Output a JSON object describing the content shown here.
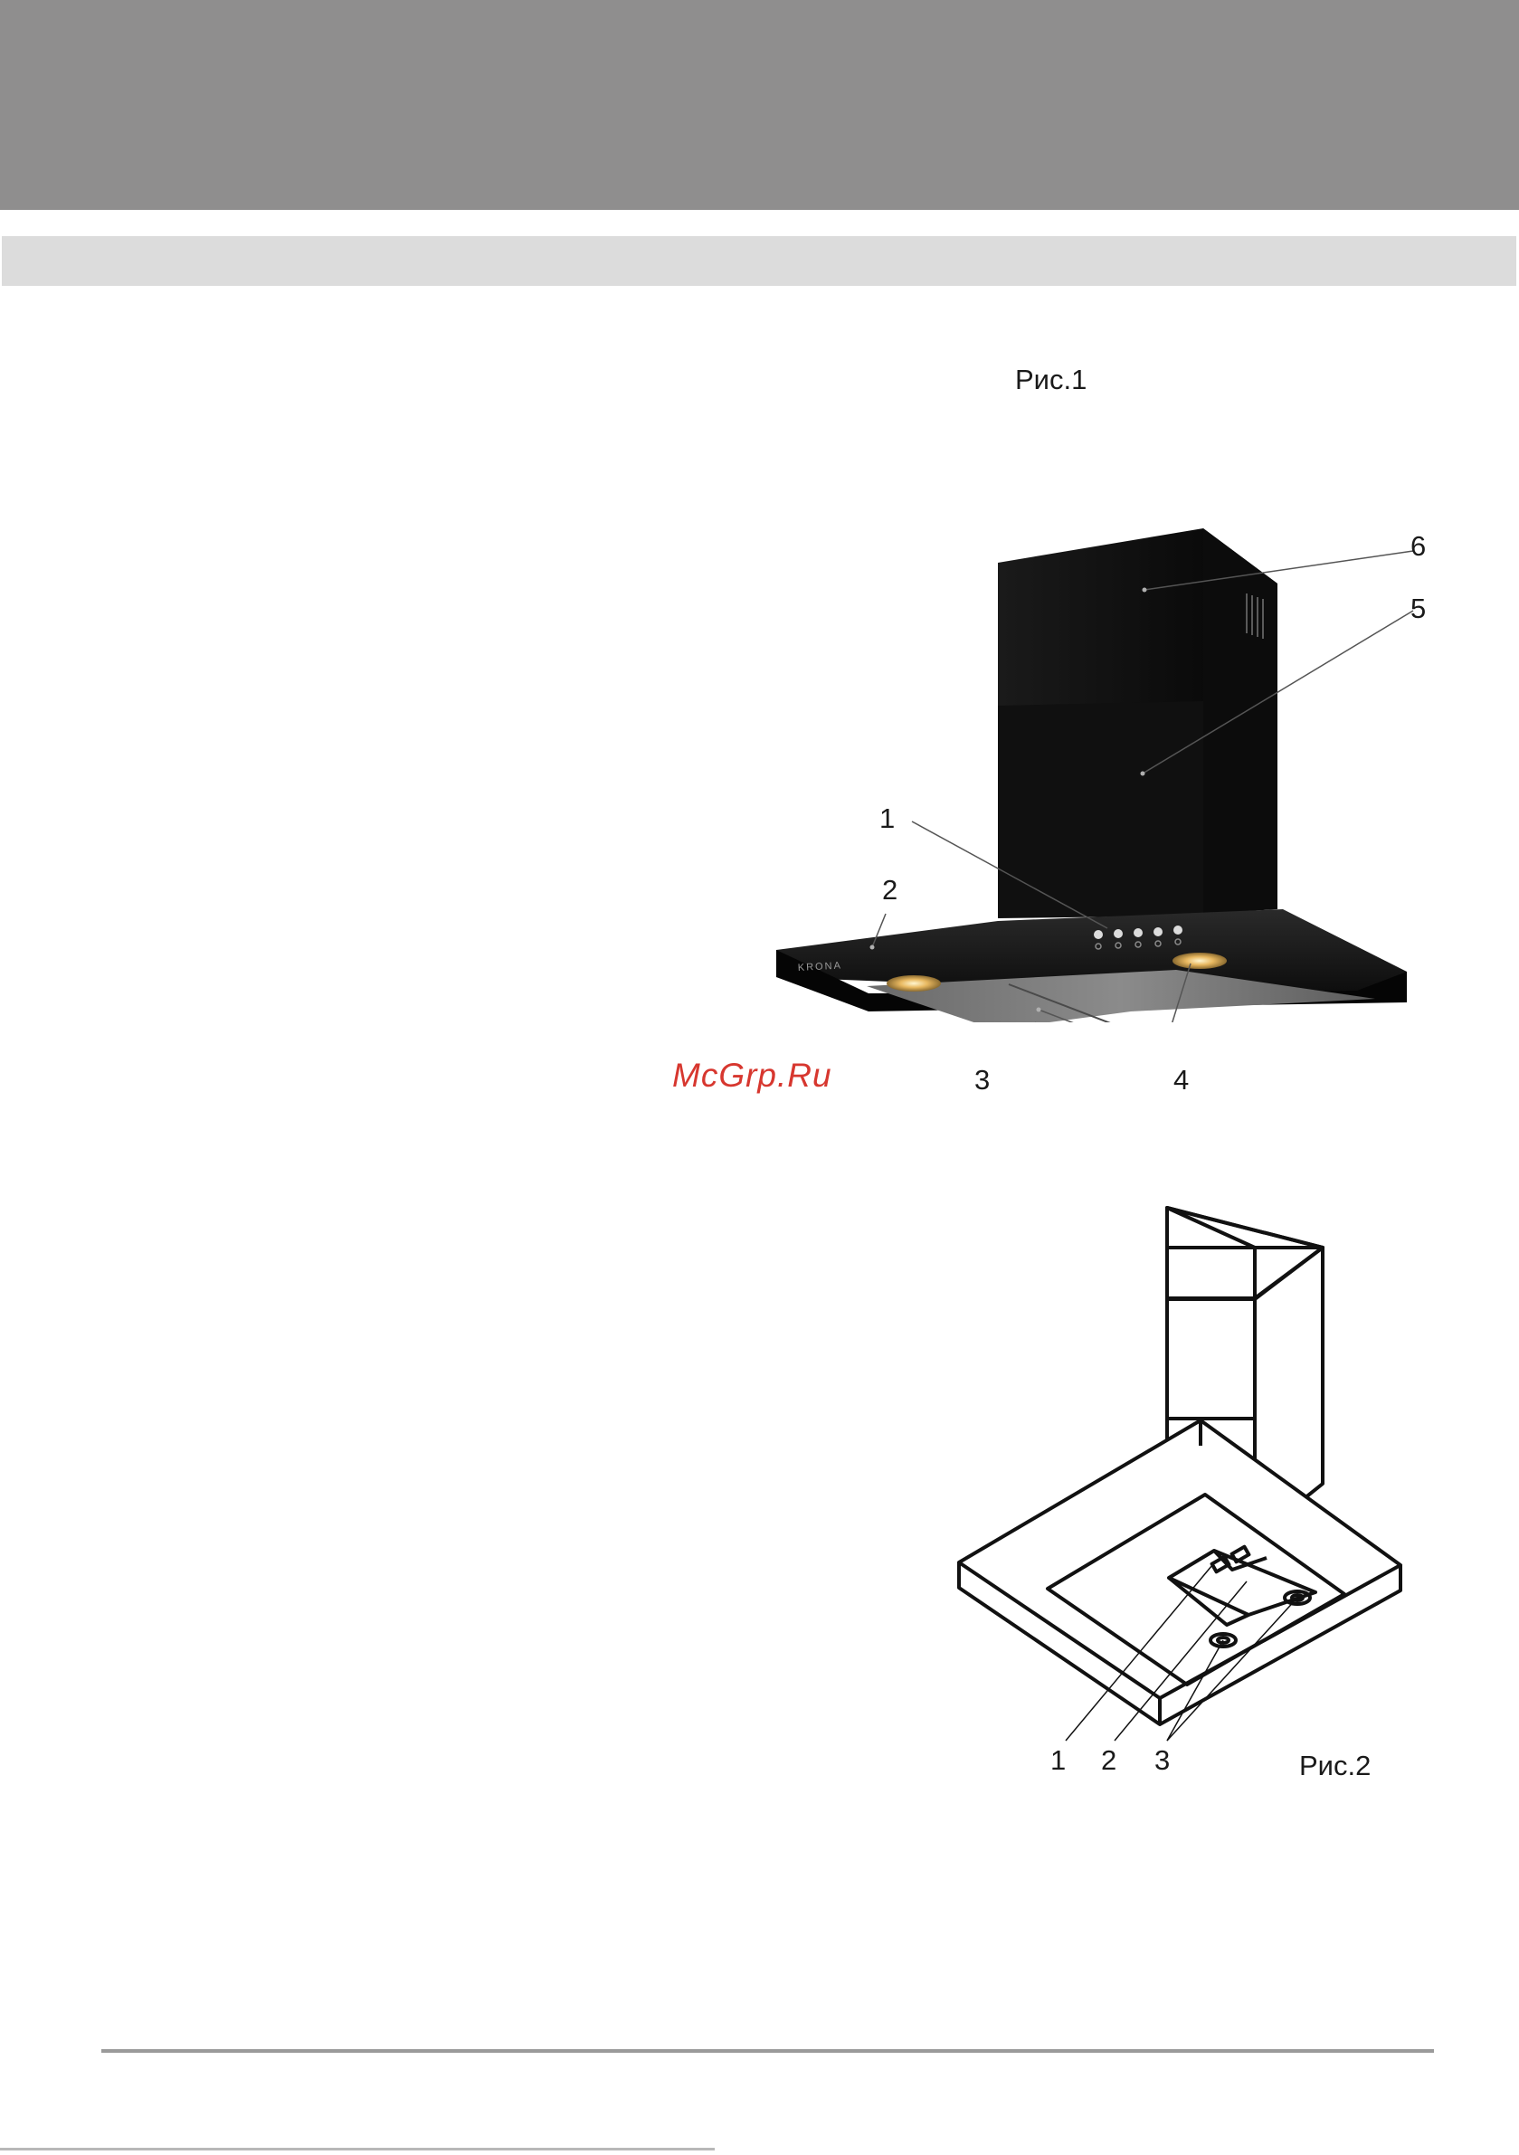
{
  "figure1": {
    "caption": "Рис.1",
    "brand": "KRONA",
    "callouts": [
      "1",
      "2",
      "3",
      "4",
      "5",
      "6"
    ]
  },
  "figure2": {
    "caption": "Рис.2",
    "callouts": [
      "1",
      "2",
      "3"
    ]
  },
  "watermark": "McGrp.Ru",
  "colors": {
    "header_band": "#8f8e8e",
    "sub_band": "#dcdcdc",
    "watermark": "#d7372f",
    "hood_body": "#0d0d0d"
  }
}
